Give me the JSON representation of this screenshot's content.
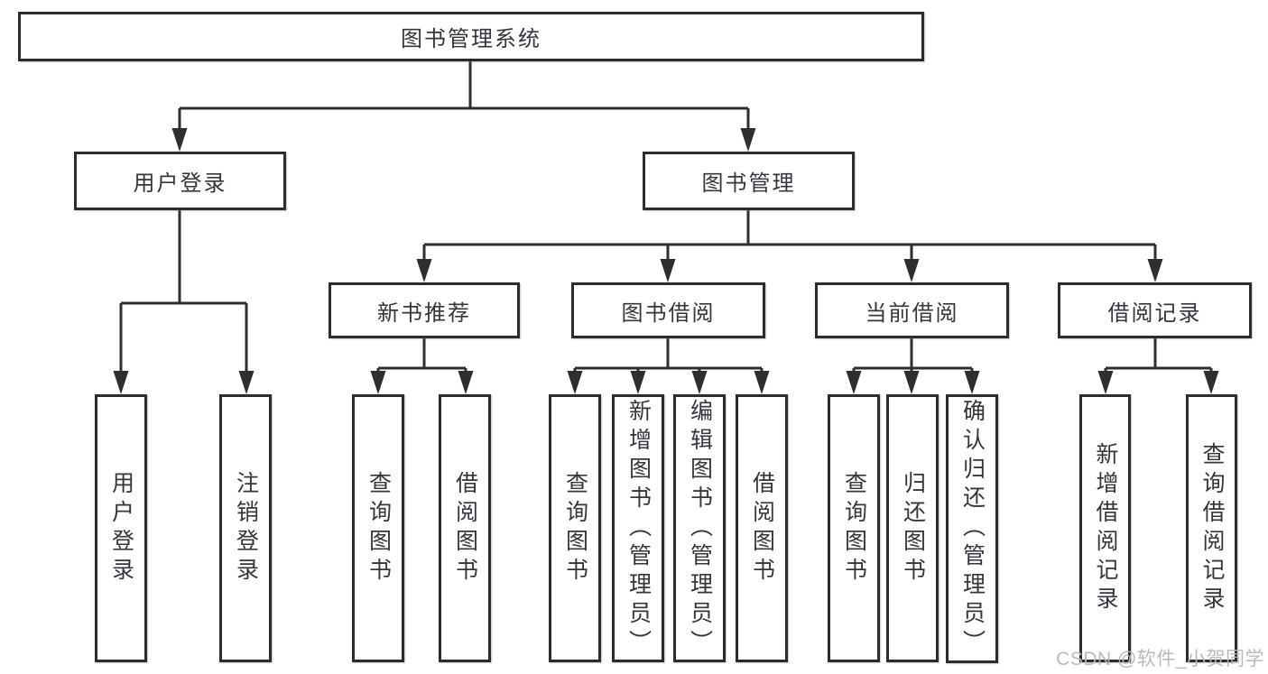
{
  "diagram": {
    "root": "图书管理系统",
    "level2": [
      "用户登录",
      "图书管理"
    ],
    "level3": [
      "新书推荐",
      "图书借阅",
      "当前借阅",
      "借阅记录"
    ],
    "leaves_user": [
      "用户登录",
      "注销登录"
    ],
    "leaves_recommend": [
      "查询图书",
      "借阅图书"
    ],
    "leaves_borrow": [
      "查询图书",
      "新增图书（管理员）",
      "编辑图书（管理员）",
      "借阅图书"
    ],
    "leaves_current": [
      "查询图书",
      "归还图书",
      "确认归还（管理员）"
    ],
    "leaves_records": [
      "新增借阅记录",
      "查询借阅记录"
    ]
  },
  "watermark": "CSDN @软件_小贺同学",
  "colors": {
    "line": "#2e2e2e",
    "box_border": "#2c2c2c",
    "text": "#35353d",
    "watermark": "#b6b6b6",
    "background": "#ffffff"
  }
}
